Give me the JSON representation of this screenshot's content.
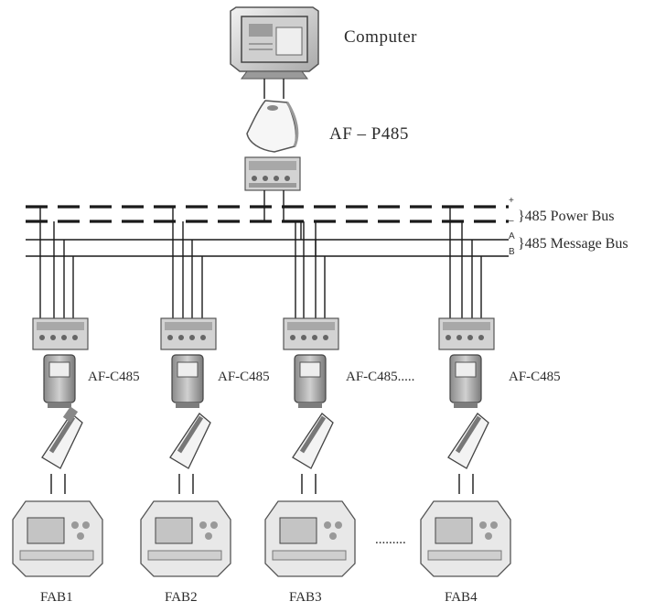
{
  "labels": {
    "computer": "Computer",
    "host_converter": "AF – P485",
    "power_bus": "}485 Power Bus",
    "message_bus": "}485 Message Bus",
    "node_converters": [
      "AF-C485",
      "AF-C485",
      "AF-C485.....",
      "AF-C485"
    ],
    "devices": [
      "FAB1",
      "FAB2",
      "FAB3",
      "FAB4"
    ],
    "ellipsis": "........."
  },
  "pins": {
    "plus": "+",
    "minus": "–",
    "a": "A",
    "b": "B"
  },
  "colors": {
    "line": "#1a1a1a",
    "device_body": "#e6e6e6",
    "device_shade": "#b9b9b9",
    "terminal": "#cfcfcf"
  }
}
